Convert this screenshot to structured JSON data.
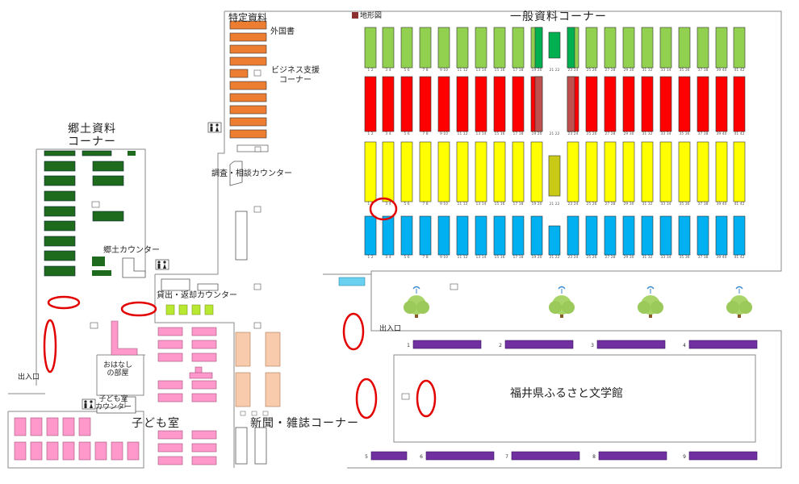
{
  "colors": {
    "green_light": "#92d050",
    "green_dark": "#1e6b1e",
    "green_mid": "#00b050",
    "red": "#ff0000",
    "brown": "#c0504d",
    "yellow": "#ffff00",
    "olive": "#c9c917",
    "blue": "#00b0f0",
    "orange": "#ed7d31",
    "pink": "#ff99cc",
    "peach": "#f8cbad",
    "purple": "#7030a0",
    "lime": "#b8e830",
    "marker": "#e30000",
    "map_marker": "#8b2f2f"
  },
  "labels": {
    "general_corner": "一般資料コーナー",
    "terrain_map": "地形図",
    "special_materials": "特定資料",
    "foreign_books": "外国書",
    "business_support": "ビジネス支援\nコーナー",
    "local_materials": "郷土資料\nコーナー",
    "reference_counter": "調査・相談カウンター",
    "local_counter": "郷土カウンター",
    "lending_counter": "貸出・返却カウンター",
    "storytelling_room": "おはなし\nの部屋",
    "children_counter": "子ども室\nカウンター",
    "children_room": "子ども室",
    "newspaper_corner": "新聞・雑誌コーナー",
    "literature_museum": "福井県ふるさと文学館",
    "entrance_left": "出入口",
    "entrance_right": "出入口"
  },
  "shelf_numbers": {
    "general_top": [
      "1 2",
      "3 4",
      "5 6",
      "7 8",
      "9 10",
      "11 12",
      "13 14",
      "15 16",
      "17 18",
      "19 20",
      "21 22",
      "23 24",
      "25 26",
      "27 28",
      "29 30",
      "31 32",
      "33 34",
      "35 36",
      "37 38",
      "39 40",
      "41 42"
    ],
    "bookcases": [
      "1",
      "2",
      "3",
      "4",
      "5",
      "6",
      "7",
      "8",
      "9"
    ]
  },
  "icons": [
    "restroom-icon",
    "tree-icon",
    "sprinkler-icon",
    "highlight-circle"
  ]
}
